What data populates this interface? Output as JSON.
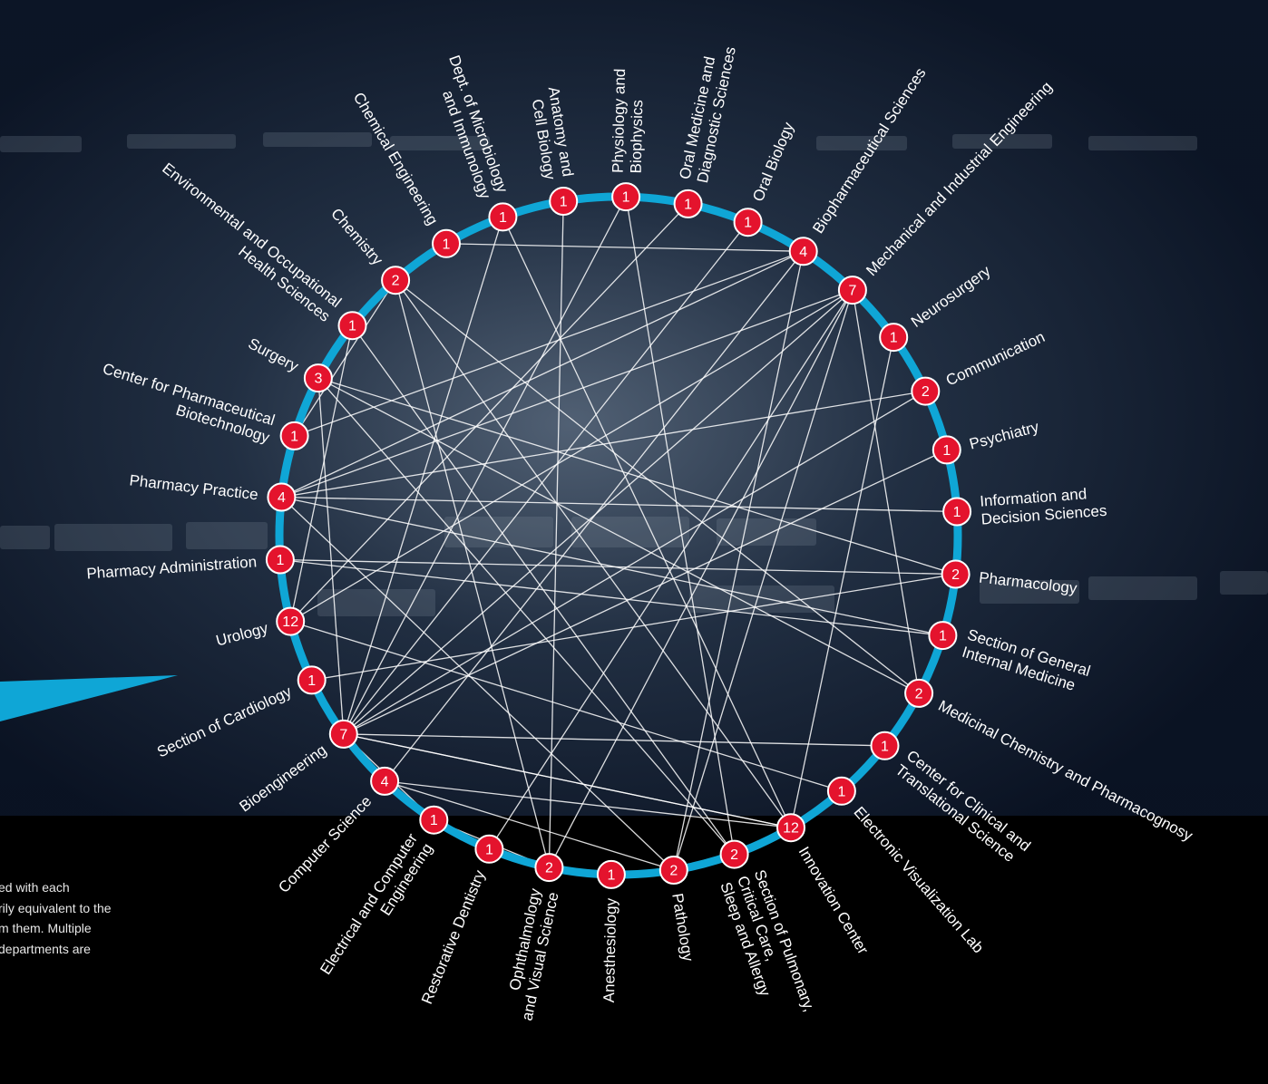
{
  "note": "ed with each\nrily equivalent to the\nm them. Multiple\ndepartments are",
  "colors": {
    "ring": "#0fa6d6",
    "node": "#e4132d",
    "node_stroke": "#ffffff",
    "link": "#ffffff",
    "pointer": "#0fa6d6",
    "text": "#ffffff"
  },
  "nodes": [
    {
      "id": "biopharm",
      "label": [
        "Biopharmaceutical Sciences"
      ],
      "count": "4"
    },
    {
      "id": "mech",
      "label": [
        "Mechanical and Industrial Engineering"
      ],
      "count": "7"
    },
    {
      "id": "neuro",
      "label": [
        "Neurosurgery"
      ],
      "count": "1"
    },
    {
      "id": "comm",
      "label": [
        "Communication"
      ],
      "count": "2"
    },
    {
      "id": "psych",
      "label": [
        "Psychiatry"
      ],
      "count": "1"
    },
    {
      "id": "info",
      "label": [
        "Information and",
        "Decision Sciences"
      ],
      "count": "1"
    },
    {
      "id": "pharmacol",
      "label": [
        "Pharmacology"
      ],
      "count": "2"
    },
    {
      "id": "gim",
      "label": [
        "Section of General",
        "Internal Medicine"
      ],
      "count": "1"
    },
    {
      "id": "medchem",
      "label": [
        "Medicinal Chemistry and Pharmacognosy"
      ],
      "count": "2"
    },
    {
      "id": "ccts",
      "label": [
        "Center for Clinical and",
        "Translational Science"
      ],
      "count": "1"
    },
    {
      "id": "evl",
      "label": [
        "Electronic Visualization Lab"
      ],
      "count": "1"
    },
    {
      "id": "innov",
      "label": [
        "Innovation Center"
      ],
      "count": "12"
    },
    {
      "id": "pulm",
      "label": [
        "Section of Pulmonary,",
        "Critical Care,",
        "Sleep and Allergy"
      ],
      "count": "2"
    },
    {
      "id": "path",
      "label": [
        "Pathology"
      ],
      "count": "2"
    },
    {
      "id": "anes",
      "label": [
        "Anesthesiology"
      ],
      "count": "1"
    },
    {
      "id": "ophth",
      "label": [
        "Ophthalmology",
        "and Visual Science"
      ],
      "count": "2"
    },
    {
      "id": "restdent",
      "label": [
        "Restorative Dentistry"
      ],
      "count": "1"
    },
    {
      "id": "ece",
      "label": [
        "Electrical and Computer",
        "Engineering"
      ],
      "count": "1"
    },
    {
      "id": "cs",
      "label": [
        "Computer Science"
      ],
      "count": "4"
    },
    {
      "id": "bioeng",
      "label": [
        "Bioengineering"
      ],
      "count": "7"
    },
    {
      "id": "cardio",
      "label": [
        "Section of Cardiology"
      ],
      "count": "1"
    },
    {
      "id": "urology",
      "label": [
        "Urology"
      ],
      "count": "12"
    },
    {
      "id": "pharmadmin",
      "label": [
        "Pharmacy Administration"
      ],
      "count": "1"
    },
    {
      "id": "pharmprac",
      "label": [
        "Pharmacy Practice"
      ],
      "count": "4"
    },
    {
      "id": "cpb",
      "label": [
        "Center for Pharmaceutical",
        "Biotechnology"
      ],
      "count": "1"
    },
    {
      "id": "surgery",
      "label": [
        "Surgery"
      ],
      "count": "3"
    },
    {
      "id": "eohs",
      "label": [
        "Environmental and Occupational",
        "Health Sciences"
      ],
      "count": "1"
    },
    {
      "id": "chem",
      "label": [
        "Chemistry"
      ],
      "count": "2"
    },
    {
      "id": "chemeng",
      "label": [
        "Chemical Engineering"
      ],
      "count": "1"
    },
    {
      "id": "micro",
      "label": [
        "Dept. of Microbiology",
        "and Immunology"
      ],
      "count": "1"
    },
    {
      "id": "anat",
      "label": [
        "Anatomy and",
        "Cell Biology"
      ],
      "count": "1"
    },
    {
      "id": "physio",
      "label": [
        "Physiology and",
        "Biophysics"
      ],
      "count": "1"
    },
    {
      "id": "oralmed",
      "label": [
        "Oral Medicine and",
        "Diagnostic Sciences"
      ],
      "count": "1"
    },
    {
      "id": "oralbio",
      "label": [
        "Oral Biology"
      ],
      "count": "1"
    }
  ],
  "links": [
    [
      "chemeng",
      "biopharm"
    ],
    [
      "micro",
      "bioeng"
    ],
    [
      "anat",
      "ophth"
    ],
    [
      "physio",
      "bioeng"
    ],
    [
      "physio",
      "pulm"
    ],
    [
      "oralmed",
      "urology"
    ],
    [
      "oralbio",
      "bioeng"
    ],
    [
      "biopharm",
      "cs"
    ],
    [
      "biopharm",
      "pharmprac"
    ],
    [
      "biopharm",
      "cpb"
    ],
    [
      "biopharm",
      "path"
    ],
    [
      "mech",
      "bioeng"
    ],
    [
      "mech",
      "urology"
    ],
    [
      "mech",
      "pharmprac"
    ],
    [
      "mech",
      "restdent"
    ],
    [
      "mech",
      "medchem"
    ],
    [
      "mech",
      "ophth"
    ],
    [
      "mech",
      "path"
    ],
    [
      "neuro",
      "innov"
    ],
    [
      "comm",
      "bioeng"
    ],
    [
      "comm",
      "pharmprac"
    ],
    [
      "psych",
      "bioeng"
    ],
    [
      "info",
      "pharmprac"
    ],
    [
      "pharmacol",
      "pharmadmin"
    ],
    [
      "pharmacol",
      "surgery"
    ],
    [
      "gim",
      "pharmprac"
    ],
    [
      "gim",
      "pharmadmin"
    ],
    [
      "medchem",
      "chem"
    ],
    [
      "medchem",
      "surgery"
    ],
    [
      "ccts",
      "bioeng"
    ],
    [
      "evl",
      "urology"
    ],
    [
      "innov",
      "bioeng"
    ],
    [
      "innov",
      "cs"
    ],
    [
      "innov",
      "chem"
    ],
    [
      "innov",
      "micro"
    ],
    [
      "pulm",
      "eohs"
    ],
    [
      "pulm",
      "surgery"
    ],
    [
      "path",
      "pharmprac"
    ],
    [
      "ophth",
      "chem"
    ],
    [
      "cardio",
      "pharmacol"
    ],
    [
      "urology",
      "eohs"
    ],
    [
      "pharmprac",
      "pharmadmin"
    ],
    [
      "cpb",
      "chem"
    ],
    [
      "surgery",
      "bioeng"
    ],
    [
      "cs",
      "ece"
    ],
    [
      "bioeng",
      "ece"
    ],
    [
      "cs",
      "path"
    ],
    [
      "bioeng",
      "innov"
    ],
    [
      "ophth",
      "ece"
    ]
  ]
}
